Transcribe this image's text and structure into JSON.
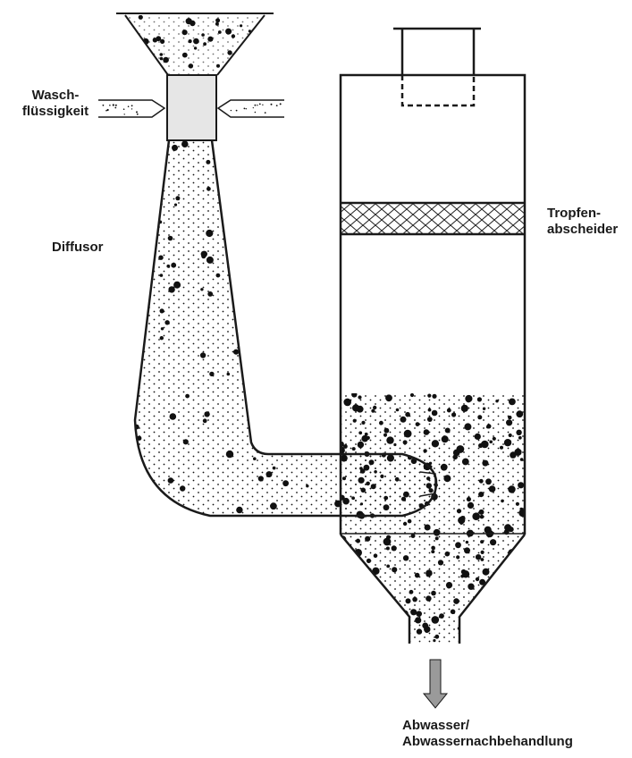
{
  "labels": {
    "wash_liquid_line1": "Wasch-",
    "wash_liquid_line2": "flüssigkeit",
    "diffuser": "Diffusor",
    "droplet_separator_line1": "Tropfen-",
    "droplet_separator_line2": "abscheider",
    "wastewater_line1": "Abwasser/",
    "wastewater_line2": "Abwassernachbehandlung"
  },
  "colors": {
    "line": "#1a1a1a",
    "throat_fill": "#e6e6e6",
    "arrow_fill": "#9a9a9a",
    "particle": "#111111"
  }
}
